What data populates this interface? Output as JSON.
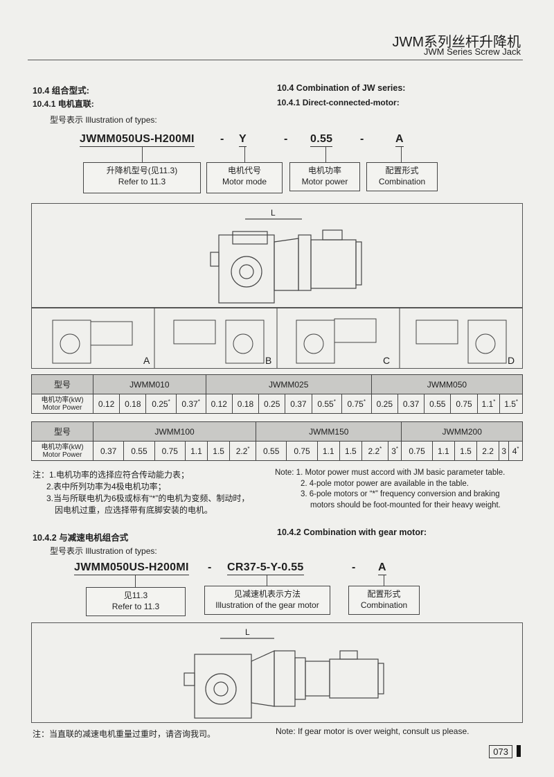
{
  "header": {
    "title_cn": "JWM系列丝杆升降机",
    "title_en": "JWM Series Screw Jack"
  },
  "section": {
    "cn": "10.4 组合型式:",
    "en": "10.4 Combination of JW series:"
  },
  "s1": {
    "cn": "10.4.1 电机直联:",
    "en": "10.4.1 Direct-connected-motor:",
    "illus": "型号表示 Illustration of types:",
    "code": "JWMM050US-H200MI",
    "dash": "-",
    "motor": "Y",
    "power": "0.55",
    "combo": "A",
    "boxes": [
      {
        "cn": "升降机型号(见11.3)",
        "en": "Refer to 11.3"
      },
      {
        "cn": "电机代号",
        "en": "Motor mode"
      },
      {
        "cn": "电机功率",
        "en": "Motor power"
      },
      {
        "cn": "配置形式",
        "en": "Combination"
      }
    ],
    "dim": "L",
    "views": [
      "A",
      "B",
      "C",
      "D"
    ]
  },
  "table1": {
    "h": "型号",
    "rowlab_cn": "电机功率(kW)",
    "rowlab_en": "Motor Power",
    "groups": [
      {
        "name": "JWMM010",
        "vals": [
          "0.12",
          "0.18",
          "0.25",
          "0.37"
        ],
        "star": [
          0,
          0,
          1,
          1
        ]
      },
      {
        "name": "JWMM025",
        "vals": [
          "0.12",
          "0.18",
          "0.25",
          "0.37",
          "0.55",
          "0.75"
        ],
        "star": [
          0,
          0,
          0,
          0,
          1,
          1
        ]
      },
      {
        "name": "JWMM050",
        "vals": [
          "0.25",
          "0.37",
          "0.55",
          "0.75",
          "1.1",
          "1.5"
        ],
        "star": [
          0,
          0,
          0,
          0,
          1,
          1
        ]
      }
    ]
  },
  "table2": {
    "h": "型号",
    "rowlab_cn": "电机功率(kW)",
    "rowlab_en": "Motor Power",
    "groups": [
      {
        "name": "JWMM100",
        "vals": [
          "0.37",
          "0.55",
          "0.75",
          "1.1",
          "1.5",
          "2.2"
        ],
        "star": [
          0,
          0,
          0,
          0,
          0,
          1
        ]
      },
      {
        "name": "JWMM150",
        "vals": [
          "0.55",
          "0.75",
          "1.1",
          "1.5",
          "2.2",
          "3"
        ],
        "star": [
          0,
          0,
          0,
          0,
          1,
          1
        ]
      },
      {
        "name": "JWMM200",
        "vals": [
          "0.75",
          "1.1",
          "1.5",
          "2.2",
          "3",
          "4"
        ],
        "star": [
          0,
          0,
          0,
          0,
          0,
          1
        ]
      }
    ]
  },
  "notes_cn": [
    "注：1.电机功率的选择应符合传动能力表；",
    "2.表中所列功率为4极电机功率；",
    "3.当与所联电机为6极或标有“*”的电机为变频、制动时，",
    "因电机过重，应选择带有底脚安装的电机。"
  ],
  "notes_en": [
    "Note: 1. Motor power must  accord with JM basic parameter table.",
    "2. 4-pole motor power are available in the table.",
    "3. 6-pole motors or  “*”  frequency conversion and braking",
    "motors should be foot-mounted for their heavy weight."
  ],
  "s2": {
    "cn": "10.4.2 与减速电机组合式",
    "en": "10.4.2 Combination with gear motor:",
    "illus": "型号表示 Illustration of types:",
    "code": "JWMM050US-H200MI",
    "dash": "-",
    "gear": "CR37-5-Y-0.55",
    "combo": "A",
    "boxes": [
      {
        "cn": "见11.3",
        "en": "Refer to 11.3"
      },
      {
        "cn": "见减速机表示方法",
        "en": "Illustration of the gear motor"
      },
      {
        "cn": "配置形式",
        "en": "Combination"
      }
    ],
    "dim": "L"
  },
  "footer": {
    "note_cn": "注：当直联的减速电机重量过重时，请咨询我司。",
    "note_en": "Note: If  gear motor is over weight, consult us please.",
    "page": "073"
  }
}
